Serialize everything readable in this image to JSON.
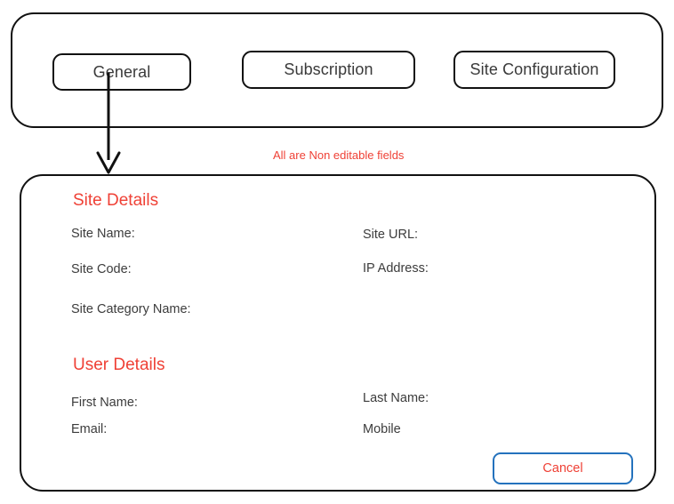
{
  "tabs": {
    "items": [
      {
        "label": "General",
        "name": "tab-general"
      },
      {
        "label": "Subscription",
        "name": "tab-subscription"
      },
      {
        "label": "Site Configuration",
        "name": "tab-site-configuration"
      }
    ]
  },
  "annotation": {
    "text": "All are Non editable fields",
    "color": "#ef4136"
  },
  "panel": {
    "site_details": {
      "heading": "Site Details",
      "left_fields": [
        {
          "label": "Site Name:",
          "value": ""
        },
        {
          "label": "Site Code:",
          "value": ""
        },
        {
          "label": "Site Category Name:",
          "value": ""
        }
      ],
      "right_fields": [
        {
          "label": "Site URL:",
          "value": ""
        },
        {
          "label": "IP Address:",
          "value": ""
        }
      ]
    },
    "user_details": {
      "heading": "User Details",
      "left_fields": [
        {
          "label": "First Name:",
          "value": ""
        },
        {
          "label": "Email:",
          "value": ""
        }
      ],
      "right_fields": [
        {
          "label": "Last Name:",
          "value": ""
        },
        {
          "label": "Mobile",
          "value": ""
        }
      ]
    },
    "actions": {
      "cancel_label": "Cancel"
    }
  },
  "colors": {
    "accent_red": "#ef4136",
    "button_blue": "#2472bd",
    "outline_black": "#111111",
    "label_gray": "#3c3c3c"
  }
}
